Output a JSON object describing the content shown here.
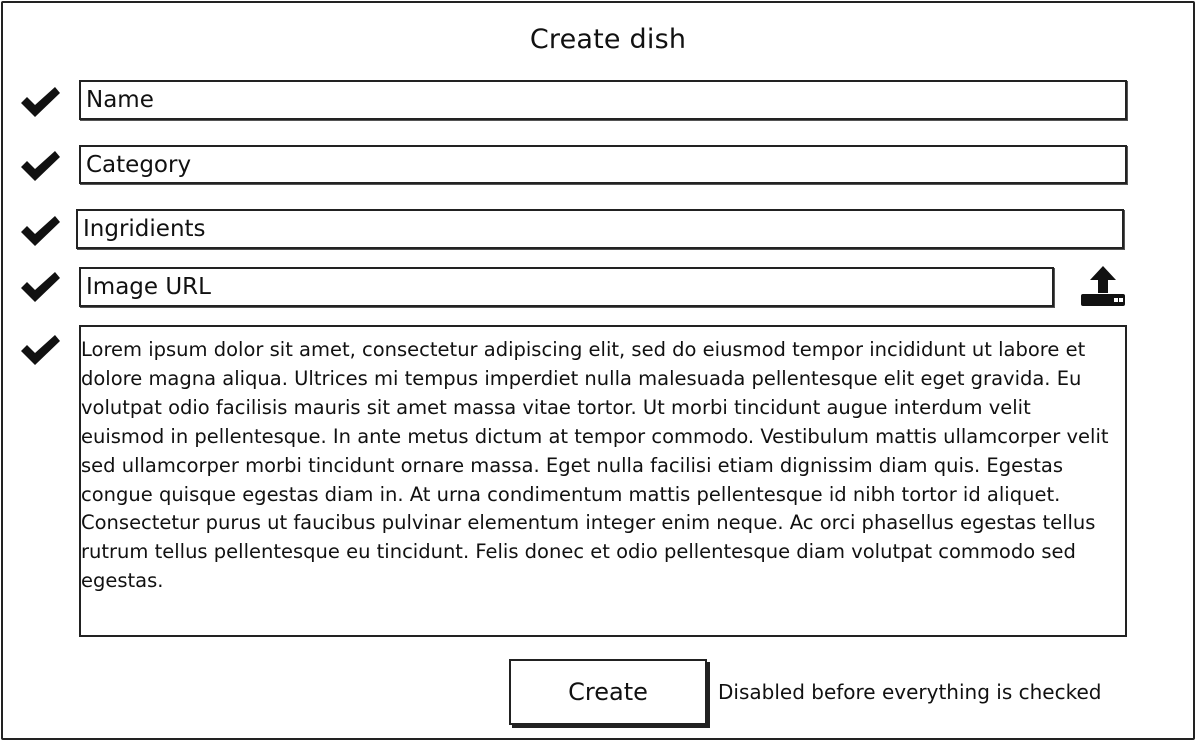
{
  "form": {
    "title": "Create dish",
    "fields": {
      "name": {
        "placeholder": "Name"
      },
      "category": {
        "placeholder": "Category"
      },
      "ingredients": {
        "placeholder": "Ingridients"
      },
      "image_url": {
        "placeholder": "Image URL"
      },
      "description": {
        "value": "Lorem ipsum dolor sit amet, consectetur adipiscing elit, sed do eiusmod tempor incididunt ut labore et dolore magna aliqua. Ultrices mi tempus imperdiet nulla malesuada pellentesque elit eget gravida. Eu volutpat odio facilisis mauris sit amet massa vitae tortor. Ut morbi tincidunt augue interdum velit euismod in pellentesque. In ante metus dictum at tempor commodo. Vestibulum mattis ullamcorper velit sed ullamcorper morbi tincidunt ornare massa. Eget nulla facilisi etiam dignissim diam quis. Egestas congue quisque egestas diam in. At urna condimentum mattis pellentesque id nibh tortor id aliquet. Consectetur purus ut faucibus pulvinar elementum integer enim neque. Ac orci phasellus egestas tellus rutrum tellus pellentesque eu tincidunt. Felis donec et odio pellentesque diam volutpat commodo sed egestas."
      }
    },
    "validation_icons": [
      "check-icon",
      "check-icon",
      "check-icon",
      "check-icon",
      "check-icon"
    ],
    "upload_icon": "upload-icon",
    "create_button_label": "Create",
    "create_hint": "Disabled before everything is checked"
  }
}
